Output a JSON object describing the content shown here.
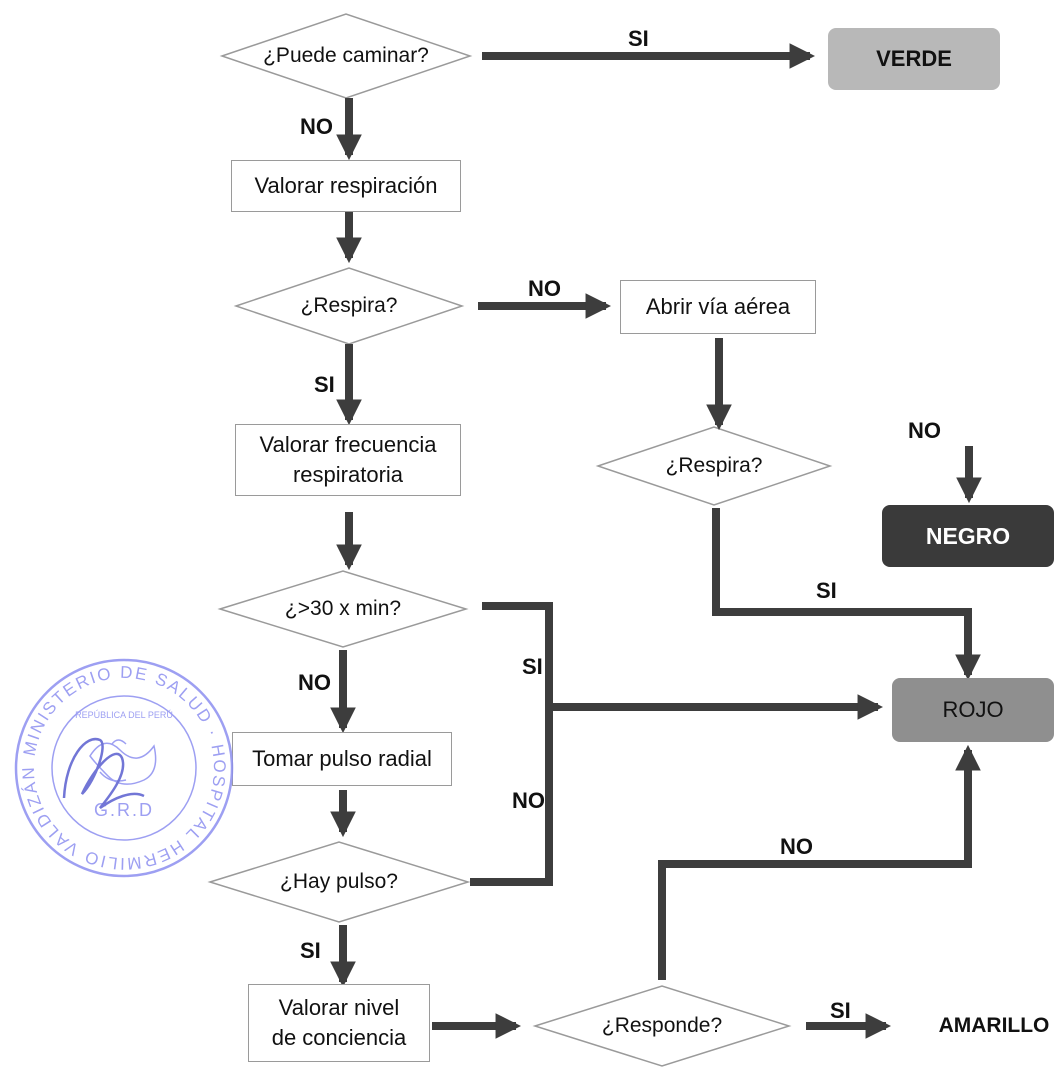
{
  "nodes": {
    "puede_caminar": "¿Puede caminar?",
    "valorar_respiracion": "Valorar respiración",
    "respira_1": "¿Respira?",
    "abrir_via": "Abrir vía aérea",
    "respira_2": "¿Respira?",
    "valorar_frecuencia": "Valorar frecuencia\nrespiratoria",
    "mayor_30": "¿>30 x min?",
    "tomar_pulso": "Tomar pulso radial",
    "hay_pulso": "¿Hay pulso?",
    "valorar_conciencia": "Valorar nivel\nde conciencia",
    "responde": "¿Responde?"
  },
  "outcomes": {
    "verde": "VERDE",
    "negro": "NEGRO",
    "rojo": "ROJO",
    "amarillo": "AMARILLO"
  },
  "edge_labels": {
    "walk_yes": "SI",
    "walk_no": "NO",
    "breath1_no": "NO",
    "breath1_yes": "SI",
    "breath2_no": "NO",
    "breath2_yes": "SI",
    "rate_yes": "SI",
    "rate_no": "NO",
    "pulse_no": "NO",
    "pulse_yes": "SI",
    "responds_no": "NO",
    "responds_yes": "SI"
  },
  "colors": {
    "verde_fill": "#b8b8b8",
    "negro_fill": "#3a3a3a",
    "rojo_fill": "#8f8f8f",
    "arrow": "#3d3d3d",
    "stamp": "#8c8ff0"
  },
  "stamp": {
    "text": "MINISTERIO DE SALUD · HOSPITAL HERMILIO VALDIZÁN",
    "inner": "REPÚBLICA DEL PERÚ",
    "code": "G.R.D"
  }
}
